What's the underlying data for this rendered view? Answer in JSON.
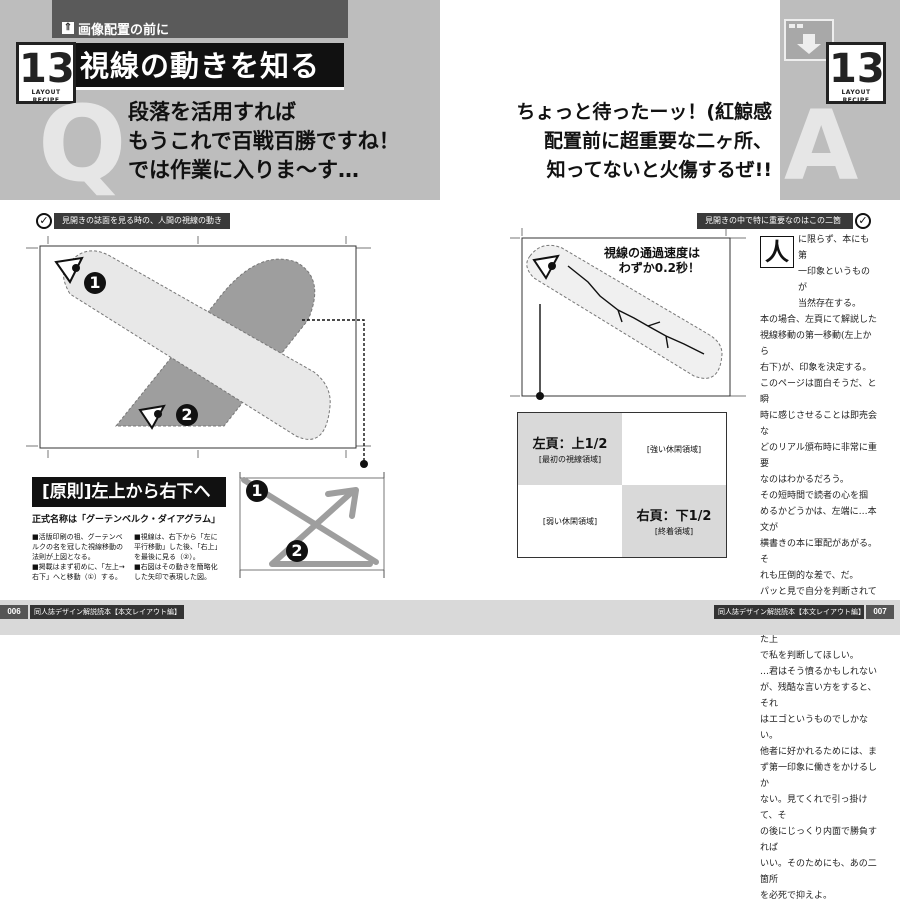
{
  "left_page": {
    "header_tag": "画像配置の前に",
    "title": "視線の動きを知る",
    "recipe_number": "13",
    "recipe_label": "LAYOUT RECIPE",
    "q_letter": "Q",
    "question": [
      "段落を活用すれば",
      "もうこれで百戦百勝ですね！",
      "では作業に入りま〜す…"
    ],
    "section_label": "見開きの誌面を見る時の、人間の視線の動き",
    "marker_1": "1",
    "marker_2": "2",
    "principle_heading": "[原則]左上から右下へ",
    "formal_name": "正式名称は「グーテンベルク・ダイアグラム」",
    "notes_col1": [
      "■活版印刷の祖、グーテンベルクの名を冠した視線移動の法則が上図となる。",
      "■掲載はまず初めに、「左上→右下」へと移動（①）する。"
    ],
    "notes_col2": [
      "■視線は、右下から「左に平行移動」した後、「右上」を最後に見る（②）。",
      "■右図はその動きを簡略化した矢印で表現した図。"
    ],
    "footer_page": "006",
    "footer_text": "同人誌デザイン解説読本【本文レイアウト編】"
  },
  "right_page": {
    "recipe_number": "13",
    "recipe_label": "LAYOUT RECIPE",
    "a_letter": "A",
    "answer": [
      "ちょっと待ったーッ！(紅鯨感",
      "配置前に超重要な二ヶ所、",
      "知ってないと火傷するぜ!!"
    ],
    "section_label": "見開きの中で特に重要なのはこの二箇所",
    "speed_note": [
      "視線の通過速度は",
      "わずか0.2秒！"
    ],
    "grid": {
      "top_left_title": "左頁：上1/2",
      "top_left_sub": "[最初の視線領域]",
      "top_right": "[強い休閑領域]",
      "bottom_left": "[弱い休閑領域]",
      "bottom_right_title": "右頁：下1/2",
      "bottom_right_sub": "[終着領域]"
    },
    "drop_cap": "人",
    "body_lines": [
      "に限らず、本にも第",
      "一印象というものが",
      "当然存在する。",
      "本の場合、左頁にて解説した",
      "視線移動の第一移動(左上から",
      "右下)が、印象を決定する。",
      "このページは面白そうだ、と瞬",
      "時に感じさせることは即売会な",
      "どのリアル頒布時に非常に重要",
      "なのはわかるだろう。",
      "その短時間で読者の心を掴",
      "めるかどうかは、左端に…本文が",
      "横書きの本に軍配があがる。そ",
      "れも圧倒的な差で、だ。",
      "パッと見で自分を判断されても",
      "困る、ちゃんと中身をわかった上",
      "で私を判断してほしい。",
      "…君はそう憤るかもしれない",
      "が、残酷な言い方をすると、それ",
      "はエゴというものでしかない。",
      "他者に好かれるためには、ま",
      "ず第一印象に働きをかけるしか",
      "ない。見てくれで引っ掛けて、そ",
      "の後にじっくり内面で勝負すれば",
      "いい。そのためにも、あの二箇所",
      "を必死で抑えよ。"
    ],
    "footer_page": "007",
    "footer_text": "同人誌デザイン解説読本【本文レイアウト編】"
  },
  "colors": {
    "dark_band": "#5a5a5a",
    "gray_band": "#bdbdbd",
    "panel_gray": "#d9d9d9",
    "stripe_gray": "#a8a8a8"
  }
}
